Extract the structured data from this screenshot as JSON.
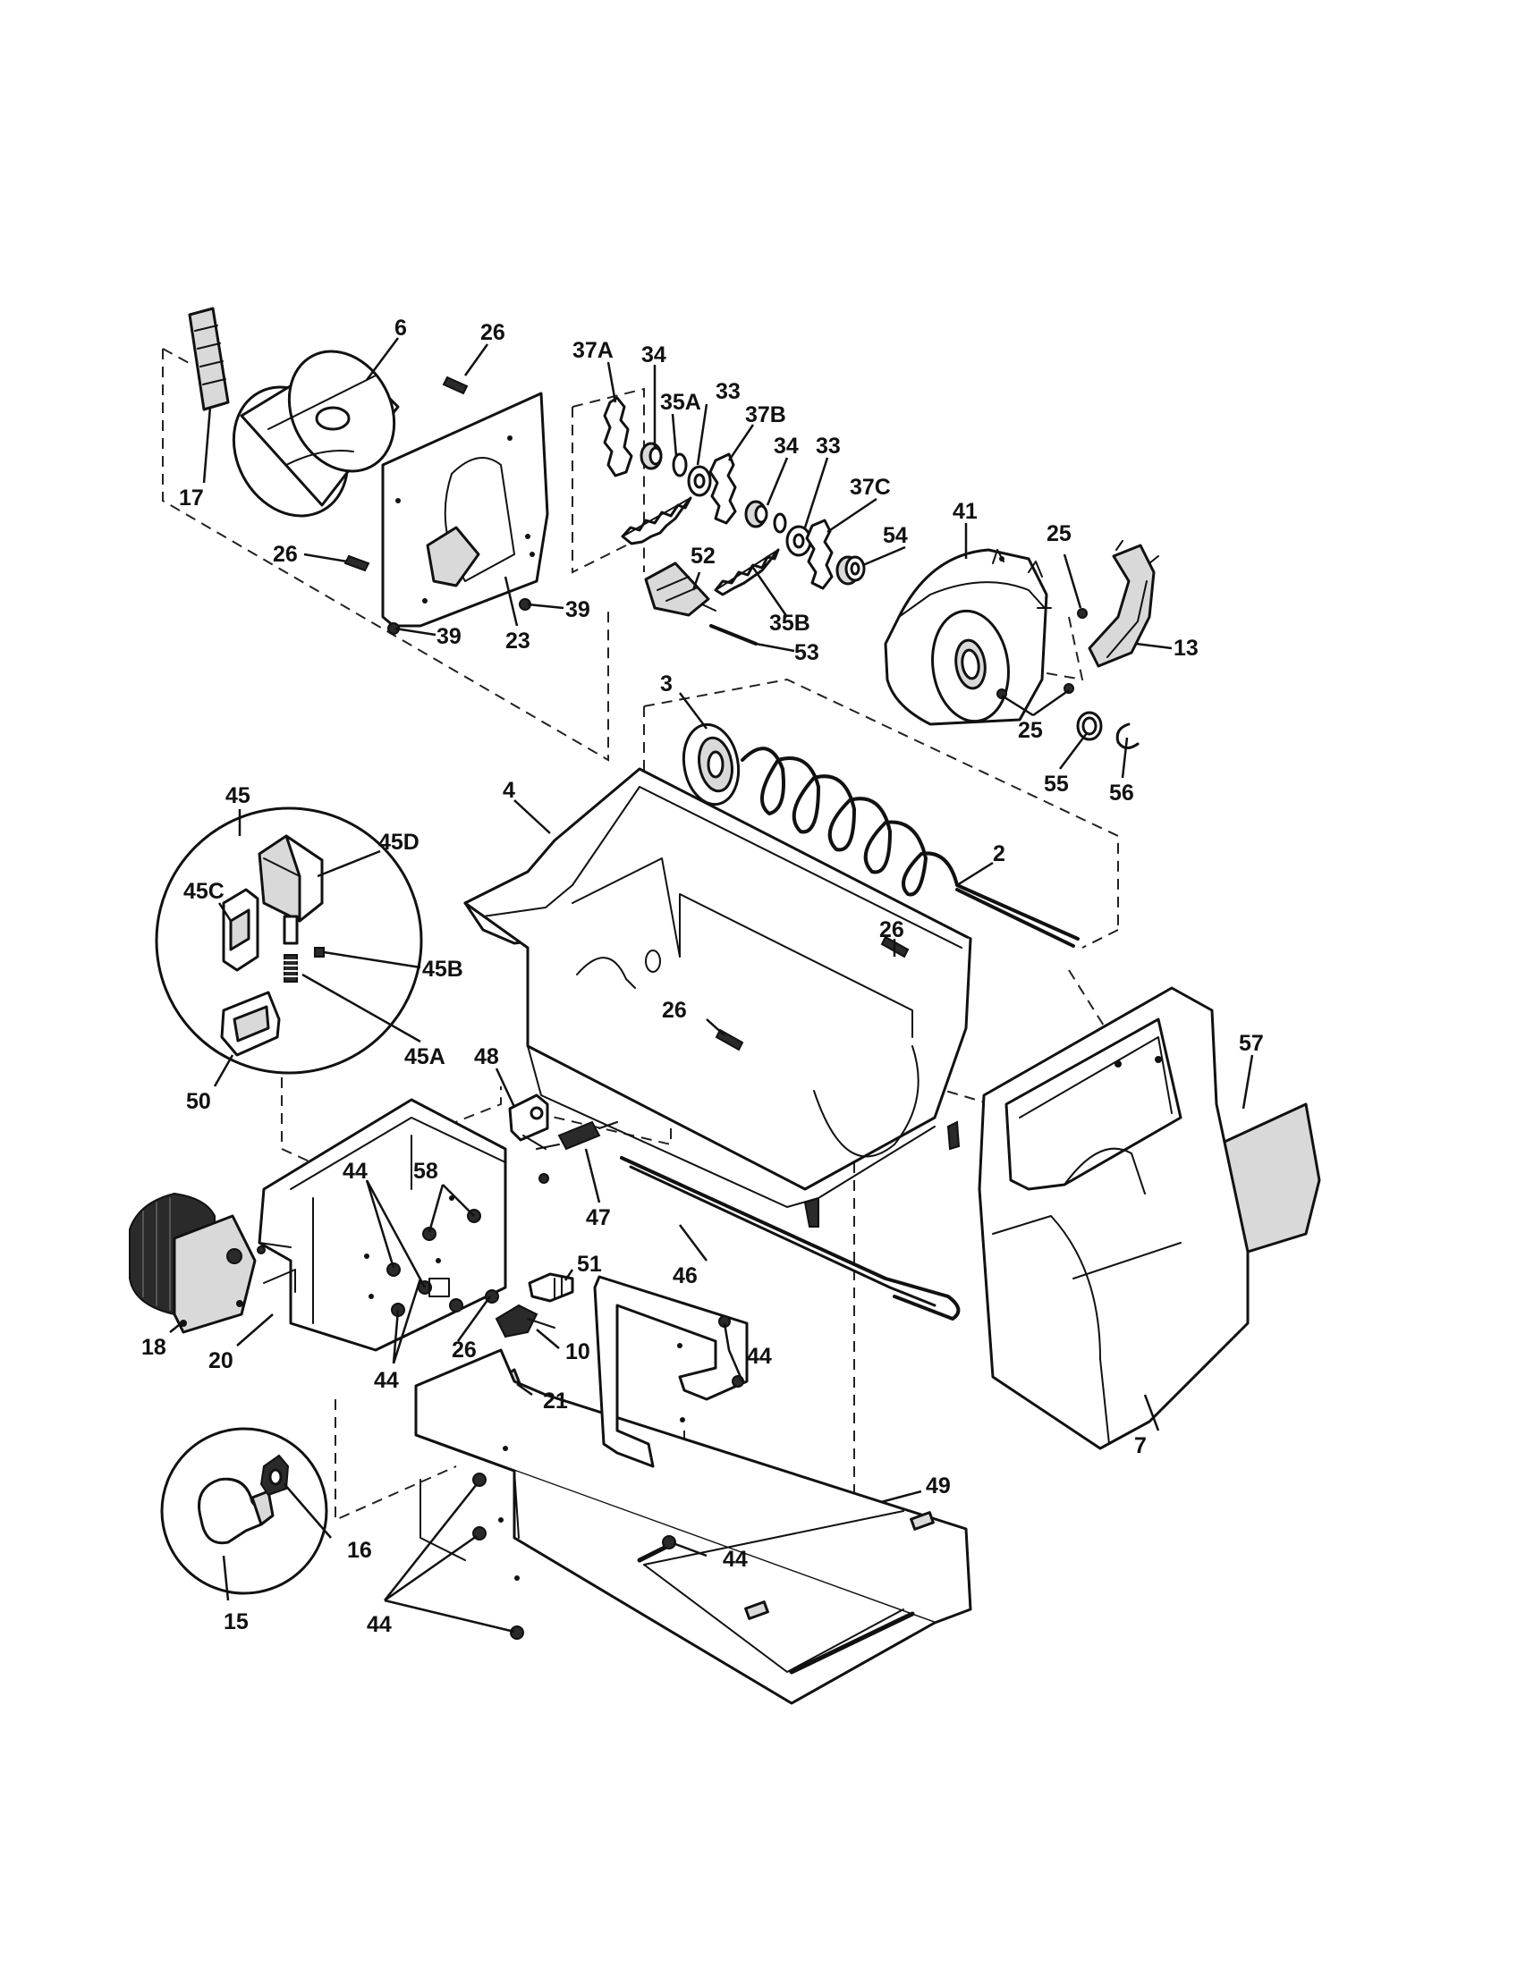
{
  "callouts": {
    "p6": "6",
    "p26a": "26",
    "p37A": "37A",
    "p34a": "34",
    "p35A": "35A",
    "p33a": "33",
    "p37B": "37B",
    "p34b": "34",
    "p33b": "33",
    "p37C": "37C",
    "p17": "17",
    "p26b": "26",
    "p41": "41",
    "p25a": "25",
    "p54": "54",
    "p52": "52",
    "p39a": "39",
    "p39b": "39",
    "p23": "23",
    "p35B": "35B",
    "p53": "53",
    "p13": "13",
    "p3": "3",
    "p25b": "25",
    "p55": "55",
    "p56": "56",
    "p45": "45",
    "p4": "4",
    "p45D": "45D",
    "p2": "2",
    "p45C": "45C",
    "p45B": "45B",
    "p26c": "26",
    "p26d": "26",
    "p45A": "45A",
    "p57": "57",
    "p48": "48",
    "p50": "50",
    "p58": "58",
    "p44a": "44",
    "p47": "47",
    "p46": "46",
    "p51": "51",
    "p10": "10",
    "p44b": "44",
    "p18": "18",
    "p20": "20",
    "p26e": "26",
    "p44c": "44",
    "p21": "21",
    "p7": "7",
    "p49": "49",
    "p16": "16",
    "p44d": "44",
    "p44e": "44",
    "p15": "15"
  }
}
